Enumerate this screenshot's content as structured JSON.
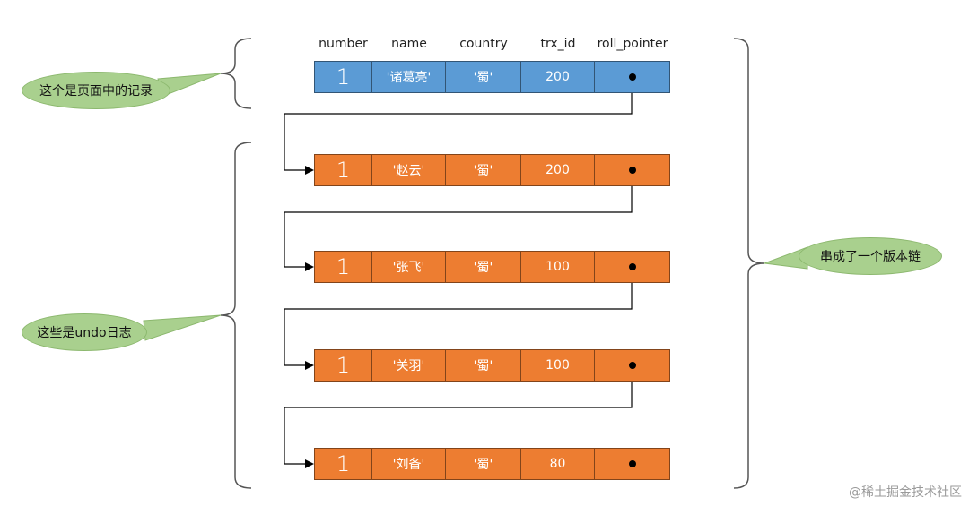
{
  "columns": [
    "number",
    "name",
    "country",
    "trx_id",
    "roll_pointer"
  ],
  "current_record": {
    "number": "1",
    "name": "'诸葛亮'",
    "country": "'蜀'",
    "trx_id": "200"
  },
  "undo_records": [
    {
      "number": "1",
      "name": "'赵云'",
      "country": "'蜀'",
      "trx_id": "200"
    },
    {
      "number": "1",
      "name": "'张飞'",
      "country": "'蜀'",
      "trx_id": "100"
    },
    {
      "number": "1",
      "name": "'关羽'",
      "country": "'蜀'",
      "trx_id": "100"
    },
    {
      "number": "1",
      "name": "'刘备'",
      "country": "'蜀'",
      "trx_id": "80"
    }
  ],
  "callouts": {
    "page_record": "这个是页面中的记录",
    "undo_log": "这些是undo日志",
    "version_chain": "串成了一个版本链"
  },
  "watermark": "@稀土掘金技术社区",
  "colors": {
    "current": "#5b9bd5",
    "undo": "#ed7d31",
    "bubble": "#a9d08e"
  }
}
